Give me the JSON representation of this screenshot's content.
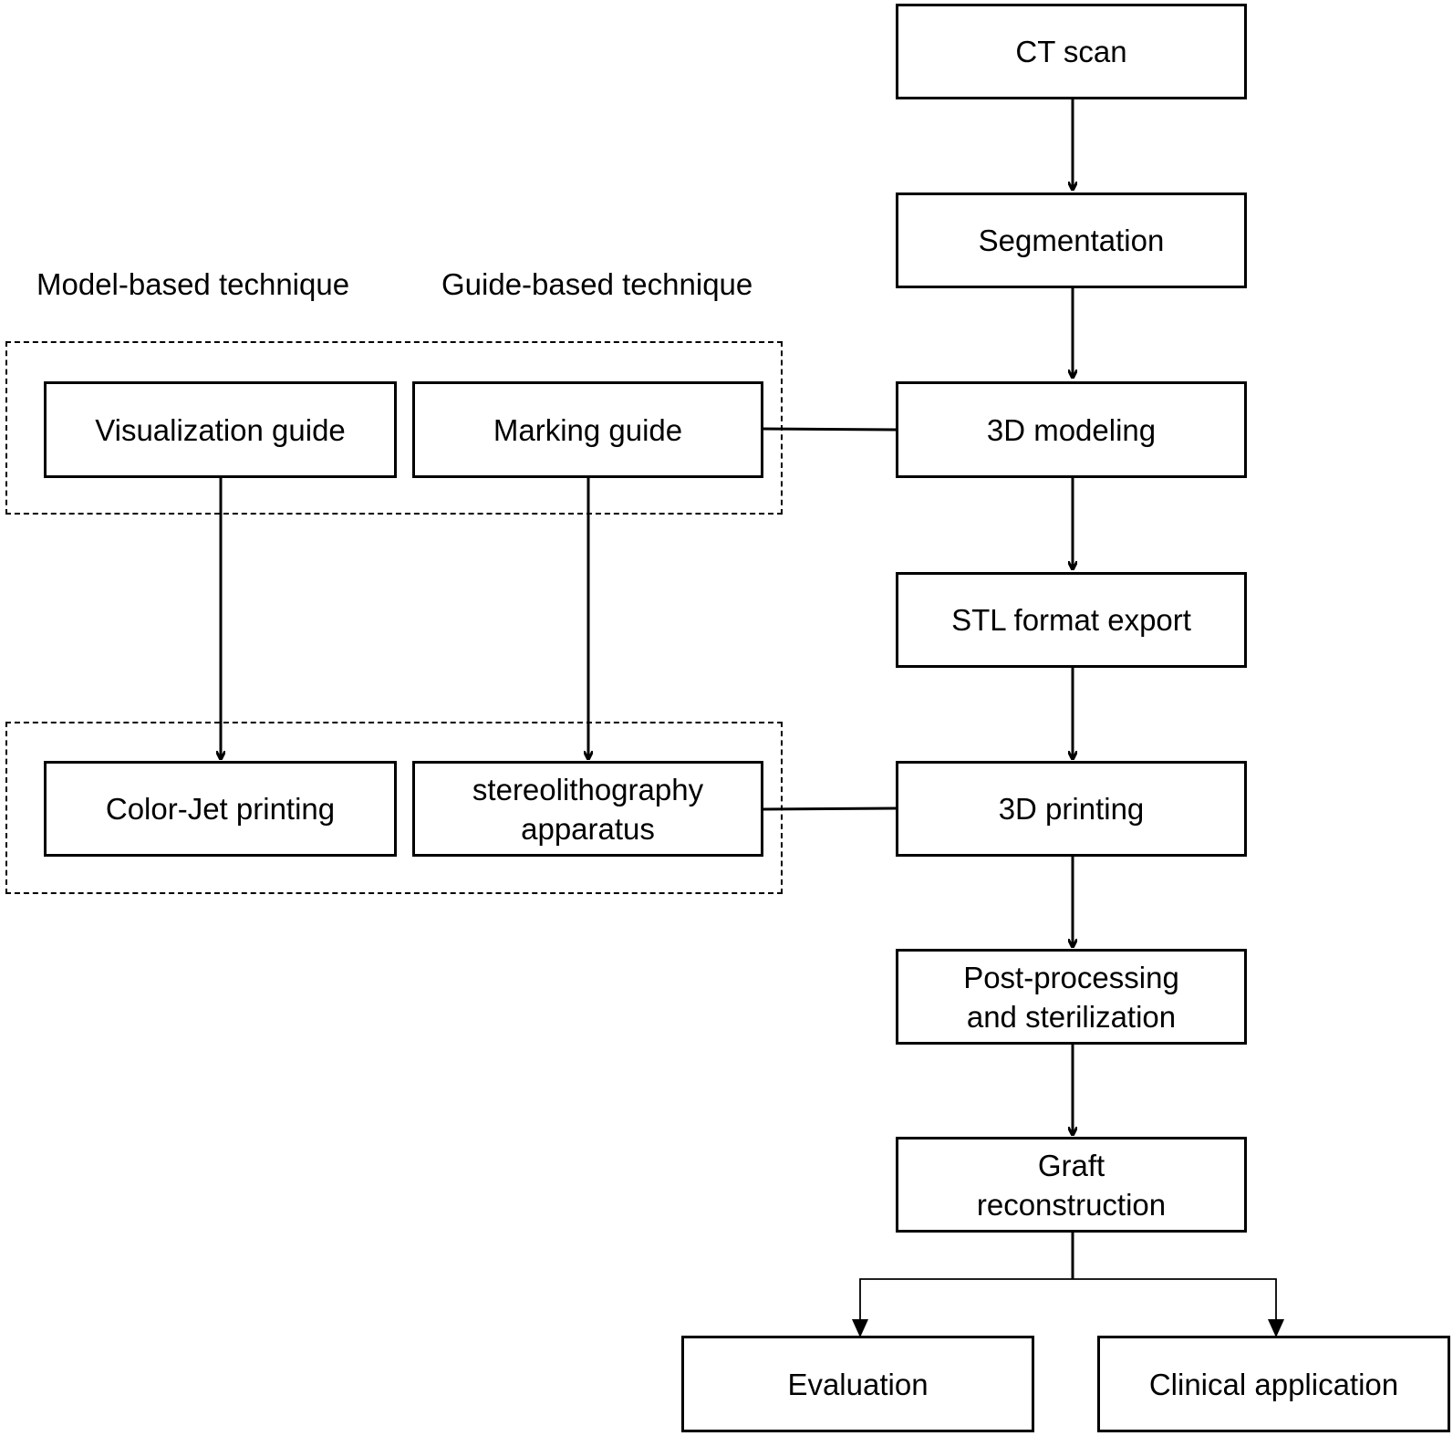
{
  "labels": {
    "model_based": "Model-based technique",
    "guide_based": "Guide-based technique"
  },
  "main": {
    "ct_scan": "CT scan",
    "segmentation": "Segmentation",
    "modeling": "3D modeling",
    "stl_export": "STL format export",
    "printing": "3D printing",
    "post_processing": [
      "Post-processing",
      "and sterilization"
    ],
    "graft": [
      "Graft",
      "reconstruction"
    ],
    "evaluation": "Evaluation",
    "clinical": "Clinical application"
  },
  "left": {
    "visualization_guide": "Visualization guide",
    "marking_guide": "Marking guide",
    "color_jet": "Color-Jet printing",
    "sla": [
      "stereolithography",
      "apparatus"
    ]
  }
}
